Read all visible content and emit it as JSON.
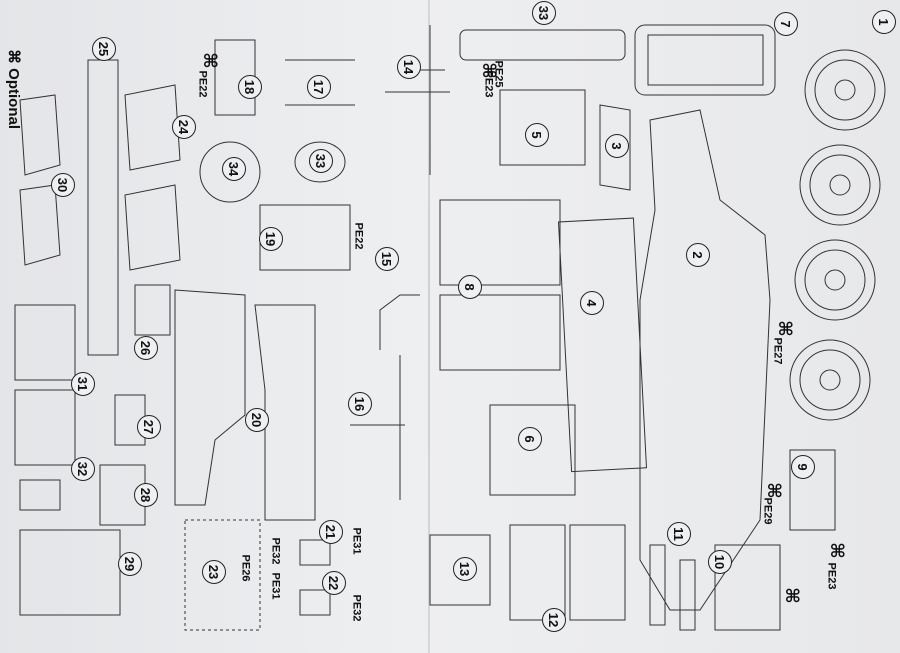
{
  "optional_label": "⌘ Optional",
  "symbol": "⌘",
  "part_numbers": {
    "p1": "1",
    "p2": "2",
    "p3": "3",
    "p4": "4",
    "p5": "5",
    "p6": "6",
    "p7": "7",
    "p8": "8",
    "p9": "9",
    "p10": "10",
    "p11": "11",
    "p12": "12",
    "p13": "13",
    "p14": "14",
    "p15": "15",
    "p16": "16",
    "p17": "17",
    "p18": "18",
    "p19": "19",
    "p20": "20",
    "p21": "21",
    "p22": "22",
    "p23": "23",
    "p24": "24",
    "p25": "25",
    "p26": "26",
    "p27": "27",
    "p28": "28",
    "p29": "29",
    "p30": "30",
    "p31": "31",
    "p32": "32",
    "p33a": "33",
    "p33b": "33",
    "p34": "34"
  },
  "pe_labels": {
    "pe22a": "PE22",
    "pe22b": "PE22",
    "pe25": "PE25",
    "pe23a": "PE23",
    "pe27": "PE27",
    "pe29": "PE29",
    "pe23b": "PE23",
    "pe31a": "PE31",
    "pe32a": "PE32",
    "pe31b": "PE31",
    "pe32b": "PE32",
    "pe26": "PE26"
  }
}
